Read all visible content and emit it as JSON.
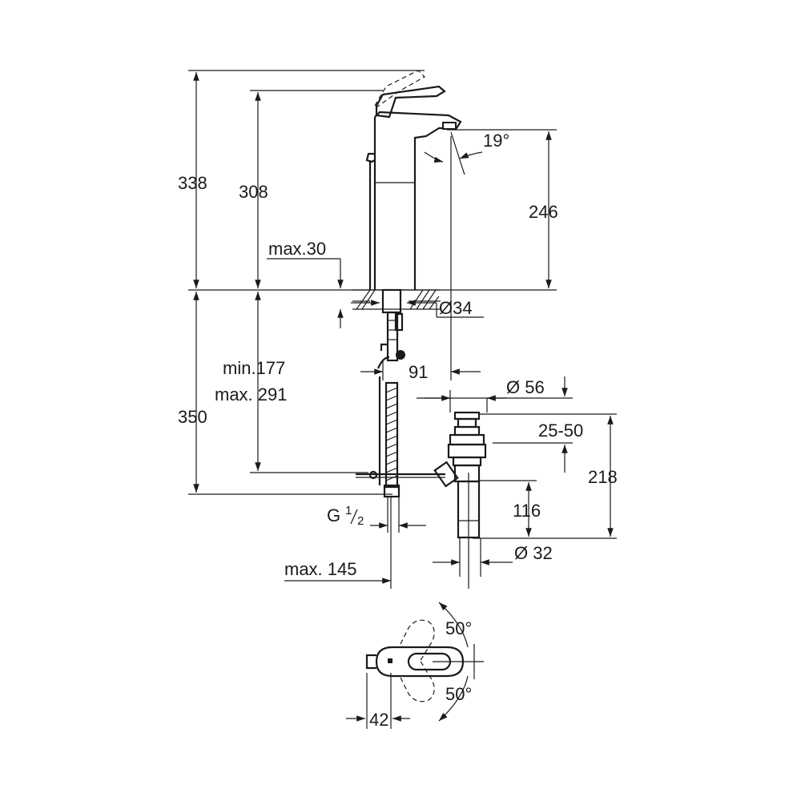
{
  "dimensions": {
    "total_height": "338",
    "body_height": "308",
    "spout_height": "246",
    "spout_angle": "19°",
    "deck_thickness": "max.30",
    "hole_diameter": "Ø34",
    "hose_range_min": "min.177",
    "hose_range_max": "max. 291",
    "below_deck_length": "350",
    "spout_reach": "91",
    "waste_diameter": "Ø 56",
    "waste_adjust": "25-50",
    "waste_height": "218",
    "tailpiece_length": "116",
    "thread": "G",
    "thread_fraction_num": "1",
    "thread_fraction_den": "2",
    "tailpiece_diameter": "Ø 32",
    "max_offset": "max. 145",
    "handle_angle_top": "50°",
    "handle_angle_bottom": "50°",
    "lever_length": "42"
  },
  "colors": {
    "line": "#1a1a1a",
    "background": "#ffffff"
  }
}
